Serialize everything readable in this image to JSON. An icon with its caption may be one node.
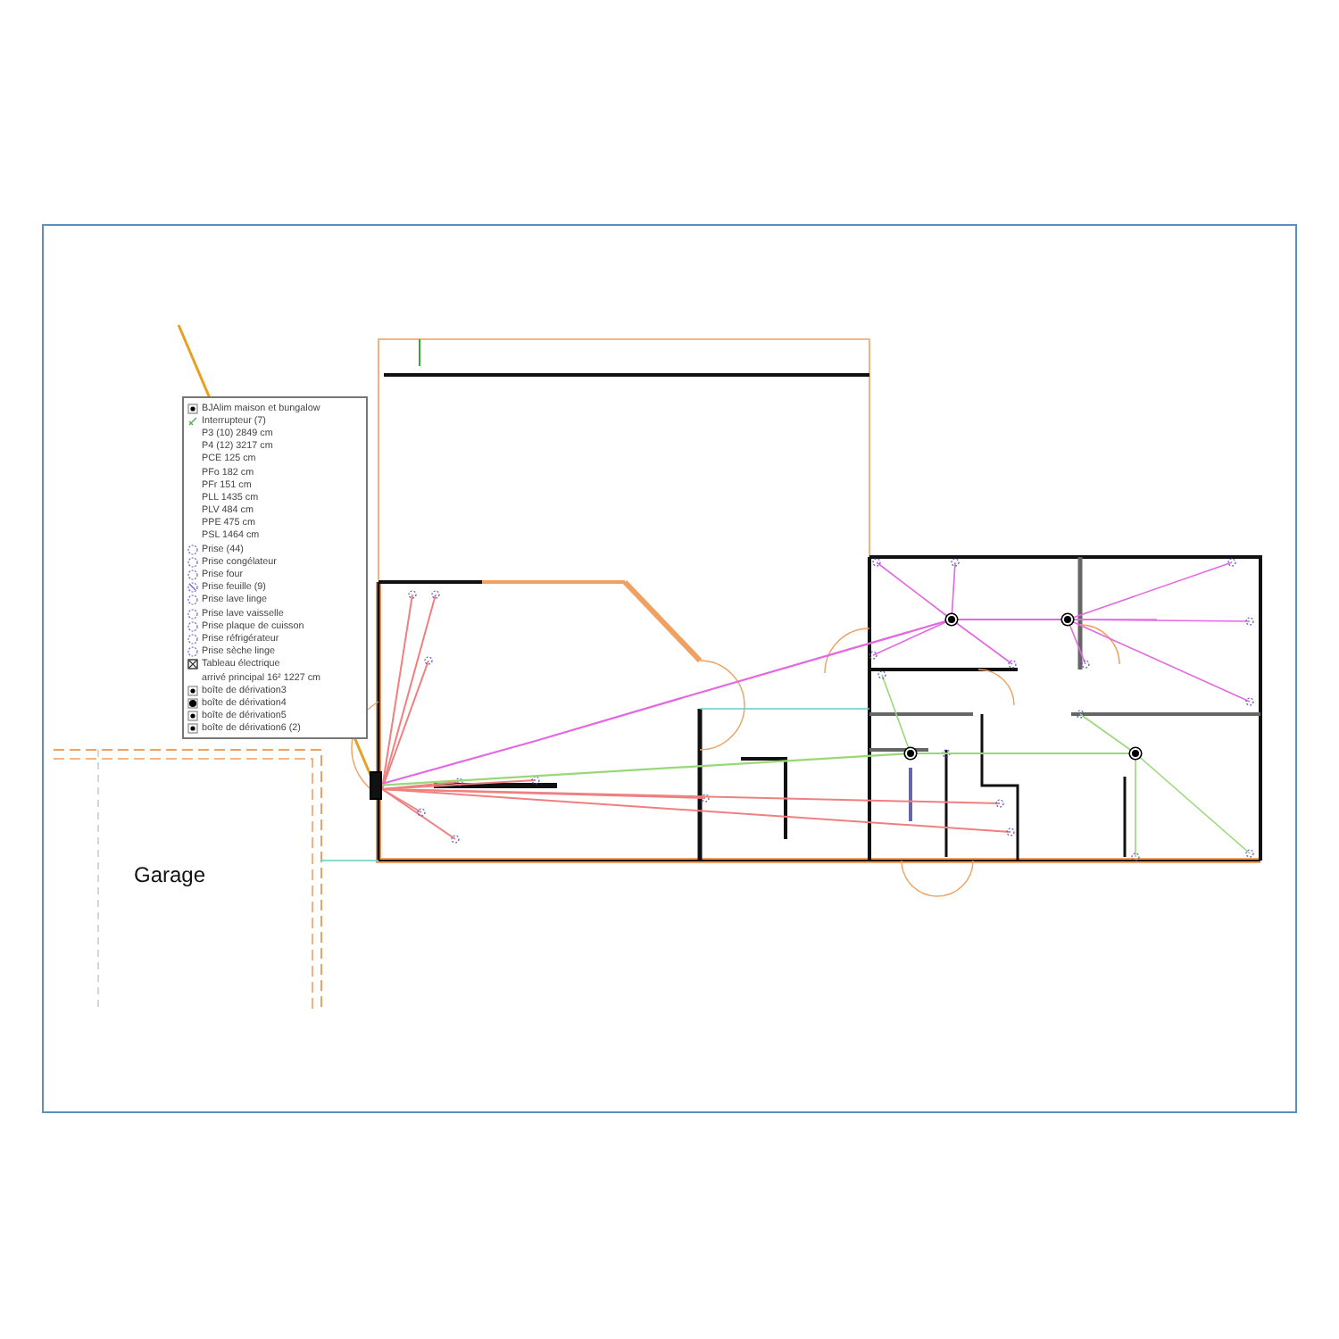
{
  "diagram": {
    "nodes": [
      {
        "text": [],
        "shape": "box"
      },
      {
        "text": [],
        "shape": "circle"
      },
      {
        "text": [],
        "shape": "circle"
      },
      {
        "text": [],
        "shape": "circle"
      },
      {
        "text": [],
        "shape": "circle"
      }
    ],
    "edges": [
      {
        "from": 0,
        "to": 1,
        "arrow": "none",
        "color": "#e468e0"
      },
      {
        "from": 1,
        "to": 2,
        "arrow": "none",
        "color": "#e468e0"
      },
      {
        "from": 0,
        "to": 3,
        "arrow": "none",
        "color": "#98d878"
      },
      {
        "from": 3,
        "to": 4,
        "arrow": "none",
        "color": "#98d878"
      }
    ],
    "labels": [
      "Garage"
    ],
    "legend": [
      {
        "text": "BJAlim maison et bungalow"
      },
      {
        "text": "Interrupteur (7)"
      },
      {
        "text": "P3 (10) 2849 cm"
      },
      {
        "text": "P4 (12) 3217 cm"
      },
      {
        "text": "PCE 125 cm"
      },
      {
        "text": "PFo 182 cm"
      },
      {
        "text": "PFr 151 cm"
      },
      {
        "text": "PLL 1435 cm"
      },
      {
        "text": "PLV 484 cm"
      },
      {
        "text": "PPE 475 cm"
      },
      {
        "text": "PSL 1464 cm"
      },
      {
        "text": "Prise (44)"
      },
      {
        "text": "Prise congélateur"
      },
      {
        "text": "Prise four"
      },
      {
        "text": "Prise feuille (9)"
      },
      {
        "text": "Prise lave linge"
      },
      {
        "text": "Prise lave vaisselle"
      },
      {
        "text": "Prise plaque de cuisson"
      },
      {
        "text": "Prise réfrigérateur"
      },
      {
        "text": "Prise sèche linge"
      },
      {
        "text": "Tableau électrique"
      },
      {
        "text": "arrivé principal 16² 1227 cm"
      },
      {
        "text": "boîte de dérivation3"
      },
      {
        "text": "boîte de dérivation4"
      },
      {
        "text": "boîte de dérivation5"
      },
      {
        "text": "boîte de dérivation6 (2)"
      }
    ]
  }
}
